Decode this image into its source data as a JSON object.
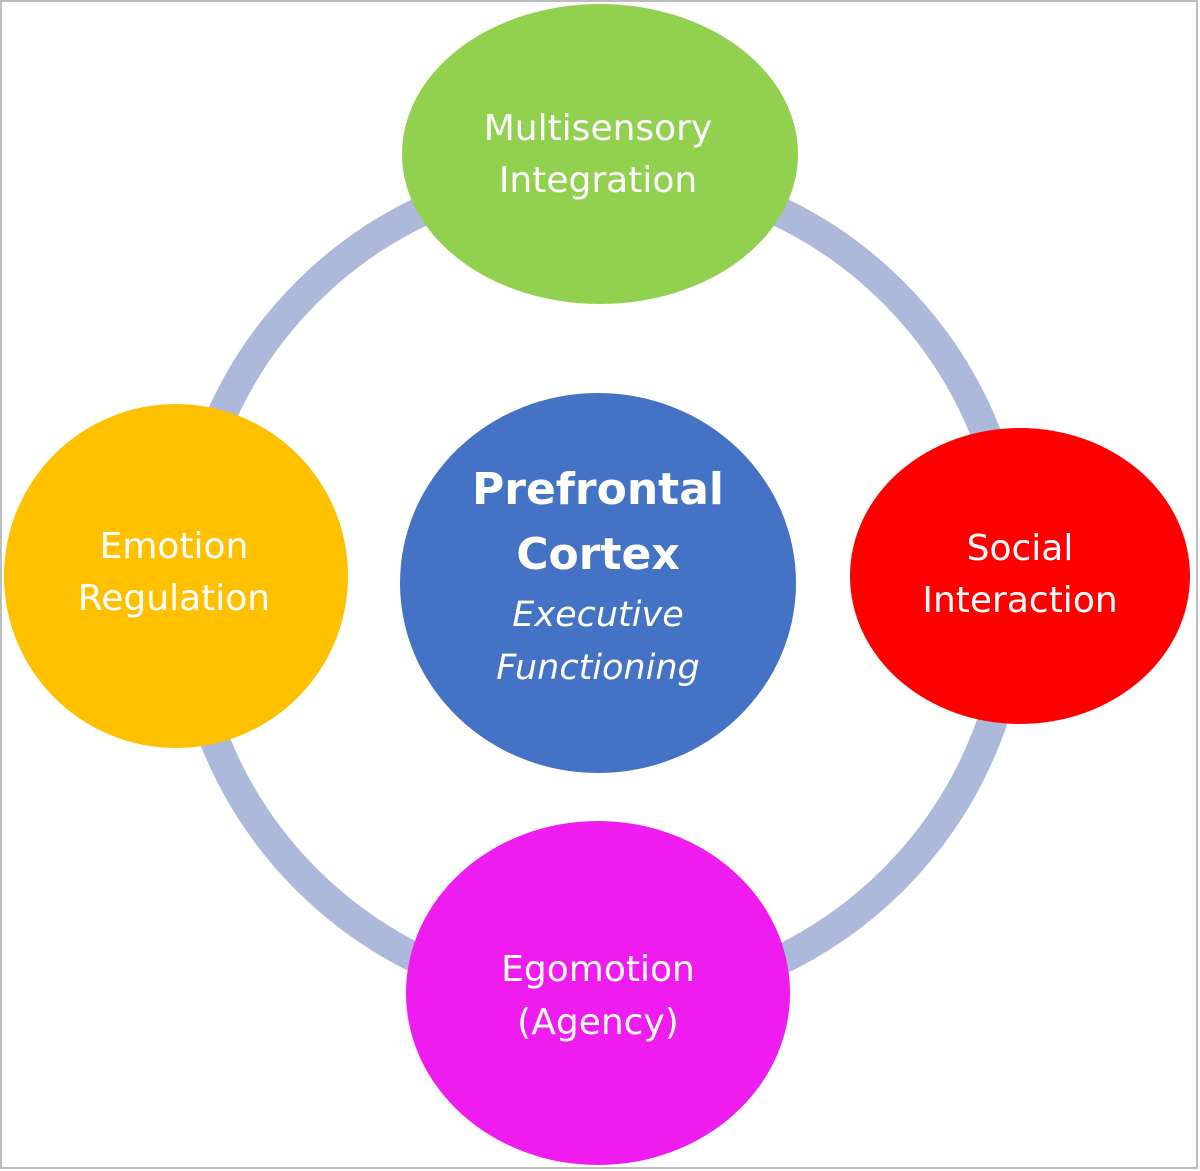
{
  "center": {
    "title_line1": "Prefrontal",
    "title_line2": "Cortex",
    "subtitle_line1": "Executive",
    "subtitle_line2": "Functioning",
    "color": "#4472C4"
  },
  "nodes": {
    "top": {
      "line1": "Multisensory",
      "line2": "Integration",
      "color": "#92D050"
    },
    "right": {
      "line1": "Social",
      "line2": "Interaction",
      "color": "#FF0000"
    },
    "bottom": {
      "line1": "Egomotion",
      "line2": "(Agency)",
      "color": "#EE1CEE"
    },
    "left": {
      "line1": "Emotion",
      "line2": "Regulation",
      "color": "#FFC000"
    }
  },
  "ring_color": "#ADB9DB"
}
